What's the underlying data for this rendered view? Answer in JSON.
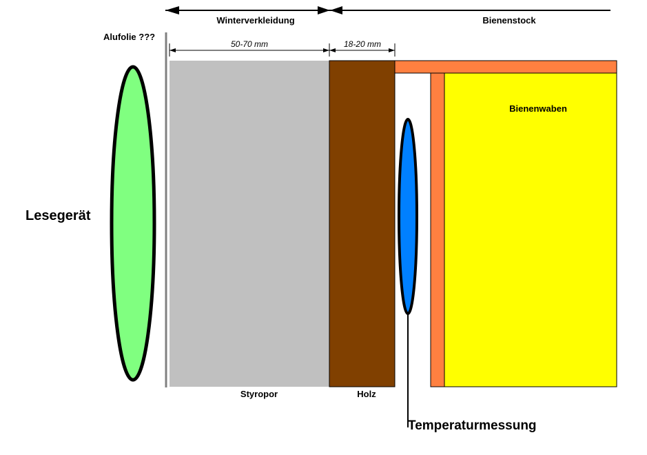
{
  "dimensions": {
    "winterverkleidung": "Winterverkleidung",
    "bienenstock": "Bienenstock",
    "styropor_thickness": "50-70 mm",
    "holz_thickness": "18-20 mm"
  },
  "labels": {
    "alufolie": "Alufolie ???",
    "lesegeraet": "Lesegerät",
    "bienenwaben": "Bienenwaben",
    "styropor": "Styropor",
    "holz": "Holz",
    "temperaturmessung": "Temperaturmessung"
  },
  "colors": {
    "reader": "#80ff80",
    "styropor": "#c0c0c0",
    "holz": "#804000",
    "hive_frame": "#ff8040",
    "bienenwaben": "#ffff00",
    "sensor": "#0080ff",
    "foil": "#808080"
  }
}
